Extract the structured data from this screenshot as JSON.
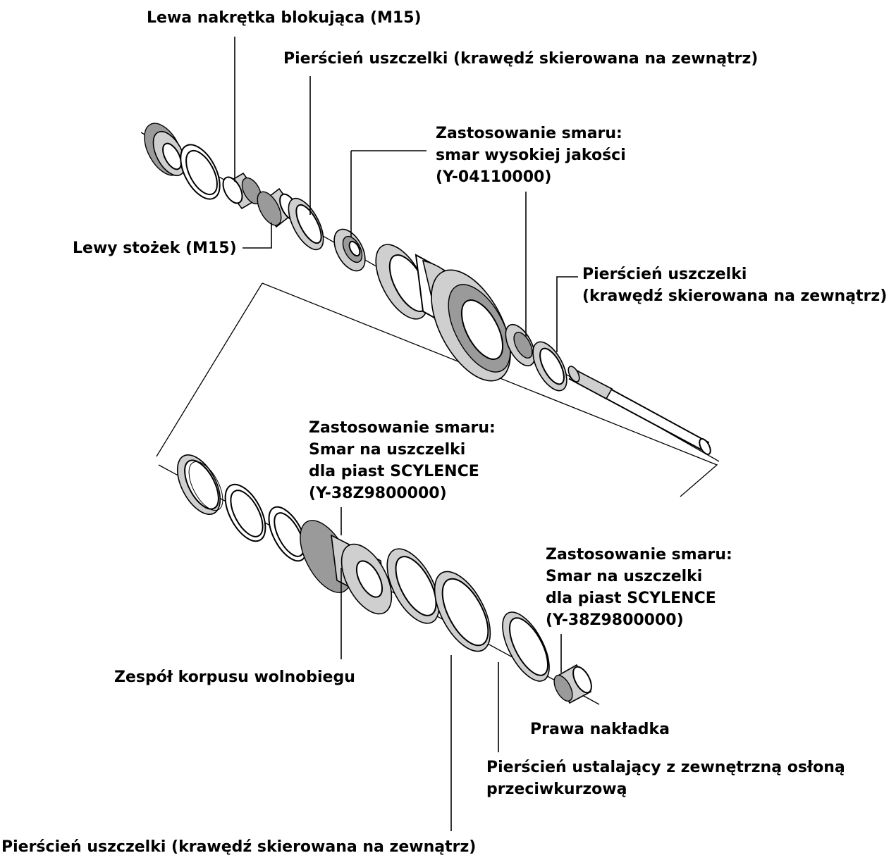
{
  "labels": {
    "left_locknut": "Lewa nakrętka blokująca (M15)",
    "seal_ring_top": "Pierścień uszczelki (krawędź skierowana na zewnątrz)",
    "grease_top": [
      "Zastosowanie smaru:",
      "smar wysokiej jakości",
      "(Y-04110000)"
    ],
    "left_cone": "Lewy stożek (M15)",
    "seal_ring_right": [
      "Pierścień uszczelki",
      "(krawędź skierowana na zewnątrz)"
    ],
    "grease_mid": [
      "Zastosowanie smaru:",
      "Smar na uszczelki",
      "dla piast SCYLENCE",
      "(Y-38Z9800000)"
    ],
    "grease_right": [
      "Zastosowanie smaru:",
      "Smar na uszczelki",
      "dla piast SCYLENCE",
      "(Y-38Z9800000)"
    ],
    "freehub_body": "Zespół korpusu wolnobiegu",
    "right_cap": "Prawa nakładka",
    "retaining_ring": [
      "Pierścień ustalający z zewnętrzną osłoną",
      "przeciwkurzową"
    ],
    "seal_ring_bottom": "Pierścień uszczelki (krawędź skierowana na zewnątrz)"
  }
}
